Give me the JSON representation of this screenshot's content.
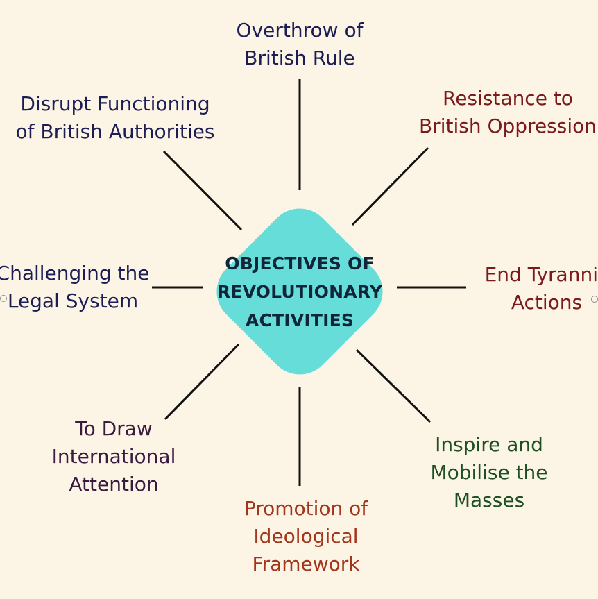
{
  "center": {
    "lines": [
      "OBJECTIVES OF",
      "REVOLUTIONARY",
      "ACTIVITIES"
    ]
  },
  "objectives": {
    "top": [
      "Overthrow of",
      "British Rule"
    ],
    "top_right": [
      "Resistance to",
      "British Oppression"
    ],
    "right": [
      "End Tyrannic",
      "Actions"
    ],
    "bottom_right": [
      "Inspire and",
      "Mobilise the",
      "Masses"
    ],
    "bottom": [
      "Promotion of",
      "Ideological",
      "Framework"
    ],
    "bottom_left": [
      "To Draw",
      "International",
      "Attention"
    ],
    "left": [
      "Challenging the",
      "Legal System"
    ],
    "top_left": [
      "Disrupt Functioning",
      "of British Authorities"
    ]
  },
  "colors": {
    "background": "#fcf4e4",
    "center_fill": "#66ddd8",
    "connector": "#111111",
    "navy_text": "#1d1d55",
    "maroon_text": "#7a1a1a",
    "green_text": "#1c4f22",
    "orange_text": "#a2361c",
    "purple_text": "#3a1a3f"
  }
}
